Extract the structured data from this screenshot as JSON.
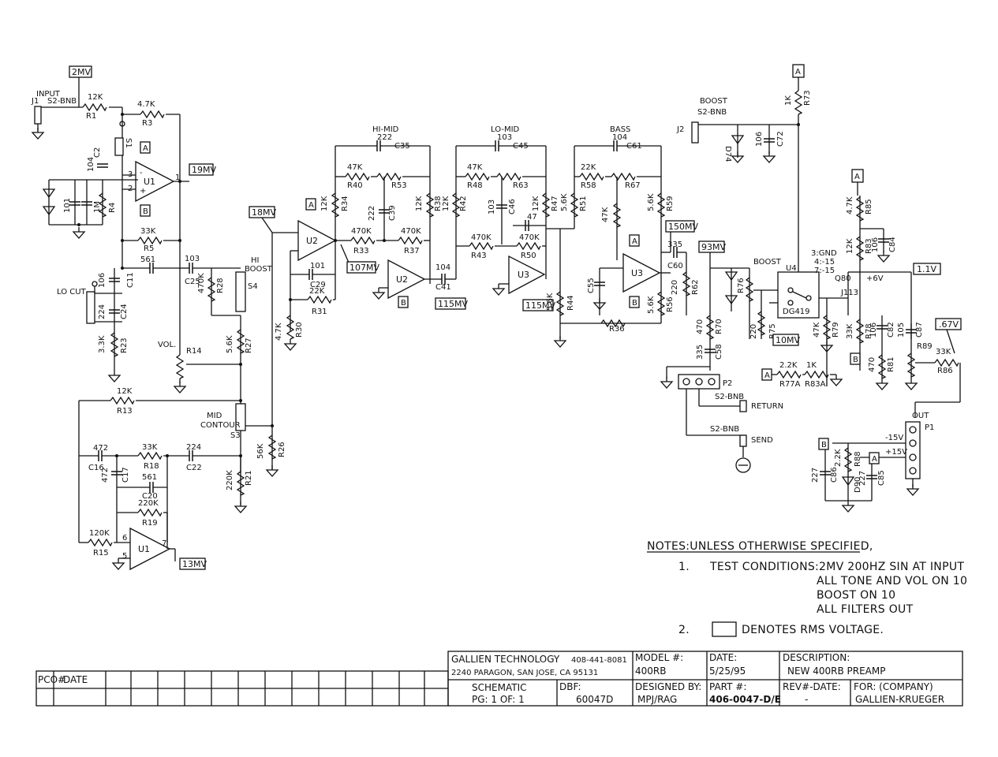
{
  "inputs": {
    "input_label": "INPUT",
    "j1": "J1",
    "jack1": "S2-BNB",
    "j2": "J2",
    "boost_jack": "S2-BNB",
    "boost": "BOOST"
  },
  "voltages": {
    "v_input": "2MV",
    "v_u1": "19MV",
    "v_u1b": "13MV",
    "v_18": "18MV",
    "v_107": "107MV",
    "v_115a": "115MV",
    "v_115b": "115MV",
    "v_150": "150MV",
    "v_93": "93MV",
    "v_10": "10MV",
    "v_1_1": "1.1V",
    "v_67": ".67V"
  },
  "refs": {
    "a": "A",
    "b": "B"
  },
  "sections": {
    "hi_mid": "HI-MID",
    "lo_mid": "LO-MID",
    "bass": "BASS",
    "hi_boost": "HI",
    "hi_boost2": "BOOST",
    "lo_cut": "LO CUT",
    "vol": "VOL.",
    "mid_contour": "MID",
    "mid_contour2": "CONTOUR",
    "boost2": "BOOST",
    "return": "RETURN",
    "send": "SEND",
    "out": "OUT",
    "fx_jack1": "S2-BNB",
    "fx_jack2": "S2-BNB",
    "p1": "P1",
    "p2": "P2",
    "gnd_note1": "3:GND",
    "gnd_note2": "4:-15",
    "gnd_note3": "7:-15",
    "q_label": "Q80",
    "j113": "J113",
    "v6": "+6V",
    "pin_n15": "-15V",
    "pin_p15": "+15V",
    "dg": "DG419",
    "u4": "U4"
  },
  "components": {
    "r1": "12K",
    "r1n": "R1",
    "r3": "4.7K",
    "r3n": "R3",
    "c2": "104",
    "c2n": "C2",
    "s1": "S1",
    "u1": "U1",
    "c10": "101",
    "r4": "1M",
    "r4n": "R4",
    "r5": "33K",
    "r5n": "R5",
    "c11": "561",
    "c11n": "C11",
    "c25": "103",
    "c25n": "C25",
    "r28": "470K",
    "r28n": "R28",
    "s4": "S4",
    "c5": "106",
    "c24": "224",
    "c24n": "C24",
    "r23": "3.3K",
    "r23n": "R23",
    "r14n": "R14",
    "r27": "5.6K",
    "r27n": "R27",
    "r13": "12K",
    "r13n": "R13",
    "s3": "S3",
    "r26": "56K",
    "r26n": "R26",
    "c16": "472",
    "c16n": "C16",
    "c17": "472",
    "c17n": "C17",
    "r18": "33K",
    "r18n": "R18",
    "c22": "224",
    "c22n": "C22",
    "r21": "220K",
    "r21n": "R21",
    "c20": "561",
    "c20n": "C20",
    "r19": "220K",
    "r19n": "R19",
    "r15": "120K",
    "r15n": "R15",
    "u1b": "U1",
    "u2": "U2",
    "c35": "222",
    "c35n": "C35",
    "r40": "47K",
    "r40n": "R40",
    "r53n": "R53",
    "r34": "12K",
    "r34n": "R34",
    "c39": "222",
    "c39n": "C39",
    "r38": "12K",
    "r38n": "R38",
    "r33": "470K",
    "r33n": "R33",
    "r37": "470K",
    "r37n": "R37",
    "c29": "101",
    "c29n": "C29",
    "r31": "22K",
    "r31n": "R31",
    "r30": "4.7K",
    "r30n": "R30",
    "u2b": "U2",
    "c41": "104",
    "c41n": "C41",
    "c45": "103",
    "c45n": "C45",
    "r48": "47K",
    "r48n": "R48",
    "r63n": "R63",
    "r42": "12K",
    "r42n": "R42",
    "c46": "103",
    "c46n": "C46",
    "r47": "12K",
    "r47n": "R47",
    "c49": "47",
    "r43": "470K",
    "r43n": "R43",
    "r50": "470K",
    "r50n": "R50",
    "u3": "U3",
    "r44": "5.6K",
    "r44n": "R44",
    "c61": "104",
    "c61n": "C61",
    "r58": "22K",
    "r58n": "R58",
    "r67n": "R67",
    "r51": "5.6K",
    "r51n": "R51",
    "r57": "47K",
    "r59": "5.6K",
    "r59n": "R59",
    "c55n": "C55",
    "u3b": "U3",
    "r56": "5.6K",
    "r56n": "R56",
    "r36n": "R36",
    "r46": "5.6K",
    "c60": "335",
    "c60n": "C60",
    "r62": "220",
    "r62n": "R62",
    "r70": "470",
    "r70n": "R70",
    "c58": "335",
    "c58n": "C58",
    "r75": "220",
    "r75n": "R75",
    "r76n": "R76",
    "r73": "1K",
    "r73n": "R73",
    "c72": "106",
    "c72n": "C72",
    "d74": "D74",
    "r77": "2.2K",
    "r77n": "R77A",
    "r83": "1K",
    "r83n": "R83A",
    "r79": "47K",
    "r79n": "R79",
    "r85": "4.7K",
    "r85n": "R85",
    "r83b": "12K",
    "r83bn": "R83",
    "c84": "106",
    "c84n": "C84",
    "r78": "33K",
    "r78n": "R78",
    "c82": "106",
    "c82n": "C82",
    "r81": "470",
    "r81n": "R81",
    "c87": "105",
    "c87n": "C87",
    "r89n": "R89",
    "r86": "33K",
    "r86n": "R86",
    "r88": "2.2K",
    "r88n": "R88",
    "c86": "227",
    "c86n": "C86",
    "c85": "227",
    "c85n": "C85",
    "d90": "D90"
  },
  "notes": {
    "heading": "NOTES:UNLESS OTHERWISE SPECIFIED,",
    "n1_num": "1.",
    "n1_l1": "TEST CONDITIONS:2MV 200HZ SIN AT INPUT",
    "n1_l2": "ALL TONE AND VOL ON 10",
    "n1_l3": "BOOST ON 10",
    "n1_l4": "ALL FILTERS OUT",
    "n2_num": "2.",
    "n2_text": "DENOTES RMS VOLTAGE."
  },
  "title_block": {
    "pco": "PCO#",
    "date": "DATE",
    "company": "GALLIEN TECHNOLOGY",
    "phone": "408-441-8081",
    "address": "2240 PARAGON, SAN JOSE, CA 95131",
    "model_label": "MODEL #:",
    "model": "400RB",
    "date_label": "DATE:",
    "date_value": "5/25/95",
    "desc_label": "DESCRIPTION:",
    "desc": "NEW 400RB PREAMP",
    "schematic": "SCHEMATIC",
    "pg": "PG: 1  OF: 1",
    "dbf_label": "DBF:",
    "dbf": "60047D",
    "designed_label": "DESIGNED BY:",
    "designed": "MPJ/RAG",
    "part_label": "PART #:",
    "part": "406-0047-D/E",
    "rev_label": "REV#-DATE:",
    "rev": "-",
    "for_label": "FOR: (COMPANY)",
    "for": "GALLIEN-KRUEGER"
  }
}
